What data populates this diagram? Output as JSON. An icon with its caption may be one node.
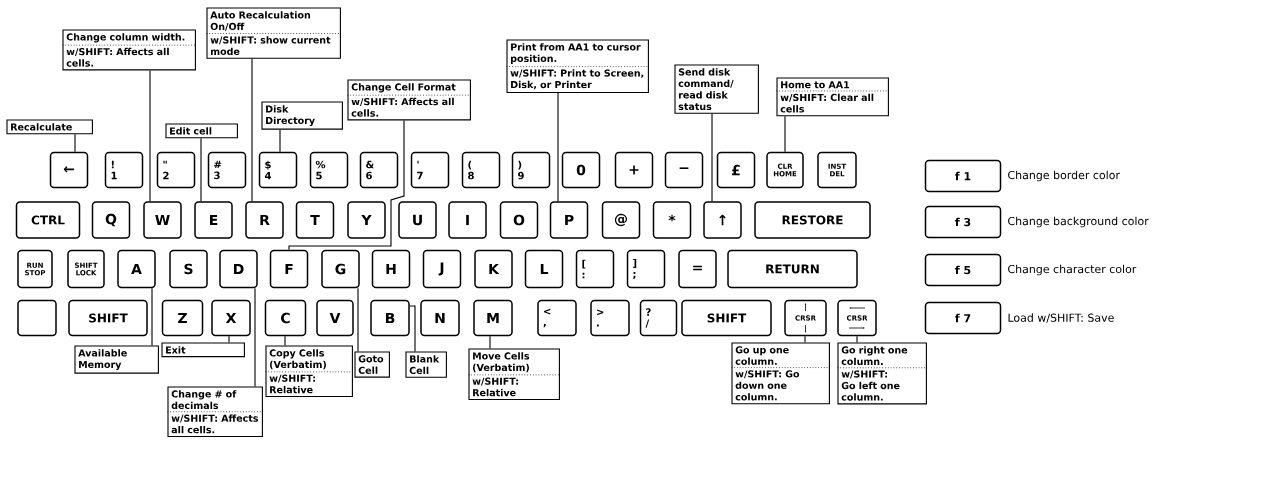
{
  "diagram": {
    "nodes": [
      {
        "text": [
          "Recalculate"
        ]
      },
      {
        "text": [
          "Change column width.",
          "w/SHIFT: Affects all cells."
        ]
      },
      {
        "text": [
          "Edit cell"
        ]
      },
      {
        "text": [
          "Auto Recalculation On/Off",
          "w/SHIFT: show current mode"
        ]
      },
      {
        "text": [
          "Disk Directory"
        ]
      },
      {
        "text": [
          "Change Cell Format",
          "w/SHIFT: Affects all cells."
        ]
      },
      {
        "text": [
          "Print from AA1 to cursor position.",
          "w/SHIFT: Print to Screen, Disk, or Printer"
        ]
      },
      {
        "text": [
          "Send disk command/ read disk status"
        ]
      },
      {
        "text": [
          "Home to AA1",
          "w/SHIFT: Clear all cells"
        ]
      },
      {
        "text": [
          "←"
        ]
      },
      {
        "text": [
          "!",
          "1"
        ]
      },
      {
        "text": [
          "\"",
          "2"
        ]
      },
      {
        "text": [
          "#",
          "3"
        ]
      },
      {
        "text": [
          "$",
          "4"
        ]
      },
      {
        "text": [
          "%",
          "5"
        ]
      },
      {
        "text": [
          "&",
          "6"
        ]
      },
      {
        "text": [
          "'",
          "7"
        ]
      },
      {
        "text": [
          "(",
          "8"
        ]
      },
      {
        "text": [
          ")",
          "9"
        ]
      },
      {
        "text": [
          "0"
        ]
      },
      {
        "text": [
          "+"
        ]
      },
      {
        "text": [
          "−"
        ]
      },
      {
        "text": [
          "£"
        ]
      },
      {
        "text": [
          "CLR HOME"
        ]
      },
      {
        "text": [
          "INST DEL"
        ]
      },
      {
        "text": [
          "CTRL"
        ]
      },
      {
        "text": [
          "Q"
        ]
      },
      {
        "text": [
          "W"
        ]
      },
      {
        "text": [
          "E"
        ]
      },
      {
        "text": [
          "R"
        ]
      },
      {
        "text": [
          "T"
        ]
      },
      {
        "text": [
          "Y"
        ]
      },
      {
        "text": [
          "U"
        ]
      },
      {
        "text": [
          "I"
        ]
      },
      {
        "text": [
          "O"
        ]
      },
      {
        "text": [
          "P"
        ]
      },
      {
        "text": [
          "@"
        ]
      },
      {
        "text": [
          "*"
        ]
      },
      {
        "text": [
          "↑"
        ]
      },
      {
        "text": [
          "RESTORE"
        ]
      },
      {
        "text": [
          "RUN STOP"
        ]
      },
      {
        "text": [
          "SHIFT LOCK"
        ]
      },
      {
        "text": [
          "A"
        ]
      },
      {
        "text": [
          "S"
        ]
      },
      {
        "text": [
          "D"
        ]
      },
      {
        "text": [
          "F"
        ]
      },
      {
        "text": [
          "G"
        ]
      },
      {
        "text": [
          "H"
        ]
      },
      {
        "text": [
          "J"
        ]
      },
      {
        "text": [
          "K"
        ]
      },
      {
        "text": [
          "L"
        ]
      },
      {
        "text": [
          "[",
          ":"
        ]
      },
      {
        "text": [
          "]",
          ";"
        ]
      },
      {
        "text": [
          "="
        ]
      },
      {
        "text": [
          "RETURN"
        ]
      },
      {
        "text": [],
        "shape": "box"
      },
      {
        "text": [
          "SHIFT"
        ]
      },
      {
        "text": [
          "Z"
        ]
      },
      {
        "text": [
          "X"
        ]
      },
      {
        "text": [
          "C"
        ]
      },
      {
        "text": [
          "V"
        ]
      },
      {
        "text": [
          "B"
        ]
      },
      {
        "text": [
          "N"
        ]
      },
      {
        "text": [
          "M"
        ]
      },
      {
        "text": [
          "<",
          ","
        ]
      },
      {
        "text": [
          ">",
          "."
        ]
      },
      {
        "text": [
          "?",
          "/"
        ]
      },
      {
        "text": [
          "SHIFT"
        ]
      },
      {
        "text": [
          "CRSR"
        ]
      },
      {
        "text": [
          "CRSR"
        ]
      },
      {
        "text": [
          "Available Memory"
        ]
      },
      {
        "text": [
          "Exit"
        ]
      },
      {
        "text": [
          "Change # of decimals",
          "w/SHIFT: Affects all cells."
        ]
      },
      {
        "text": [
          "Copy Cells (Verbatim)",
          "w/SHIFT: Relative"
        ]
      },
      {
        "text": [
          "Goto Cell"
        ]
      },
      {
        "text": [
          "Blank Cell"
        ]
      },
      {
        "text": [
          "Move Cells (Verbatim)",
          "w/SHIFT: Relative"
        ]
      },
      {
        "text": [
          "Go up one column.",
          "w/SHIFT: Go down one column."
        ]
      },
      {
        "text": [
          "Go right one column.",
          "w/SHIFT: Go left one column."
        ]
      },
      {
        "text": [
          "f 1"
        ],
        "beside": [
          "Change border color"
        ]
      },
      {
        "text": [
          "f 3"
        ],
        "beside": [
          "Change background color"
        ]
      },
      {
        "text": [
          "f 5"
        ],
        "beside": [
          "Change character color"
        ]
      },
      {
        "text": [
          "f 7"
        ],
        "beside": [
          "Load w/SHIFT: Save"
        ]
      }
    ],
    "edges": [
      {
        "from": 0,
        "to": 9,
        "arrow": "none"
      },
      {
        "from": 1,
        "to": 27,
        "arrow": "none"
      },
      {
        "from": 2,
        "to": 28,
        "arrow": "none"
      },
      {
        "from": 3,
        "to": 29,
        "arrow": "none"
      },
      {
        "from": 4,
        "to": 13,
        "arrow": "none"
      },
      {
        "from": 5,
        "to": 45,
        "arrow": "none"
      },
      {
        "from": 6,
        "to": 35,
        "arrow": "none"
      },
      {
        "from": 7,
        "to": 38,
        "arrow": "none"
      },
      {
        "from": 8,
        "to": 23,
        "arrow": "none"
      },
      {
        "from": 70,
        "to": 42,
        "arrow": "none"
      },
      {
        "from": 71,
        "to": 58,
        "arrow": "none"
      },
      {
        "from": 72,
        "to": 44,
        "arrow": "none"
      },
      {
        "from": 73,
        "to": 59,
        "arrow": "none"
      },
      {
        "from": 74,
        "to": 46,
        "arrow": "none"
      },
      {
        "from": 75,
        "to": 61,
        "arrow": "none"
      },
      {
        "from": 76,
        "to": 63,
        "arrow": "none"
      },
      {
        "from": 77,
        "to": 68,
        "arrow": "none"
      },
      {
        "from": 78,
        "to": 69,
        "arrow": "none"
      }
    ]
  }
}
